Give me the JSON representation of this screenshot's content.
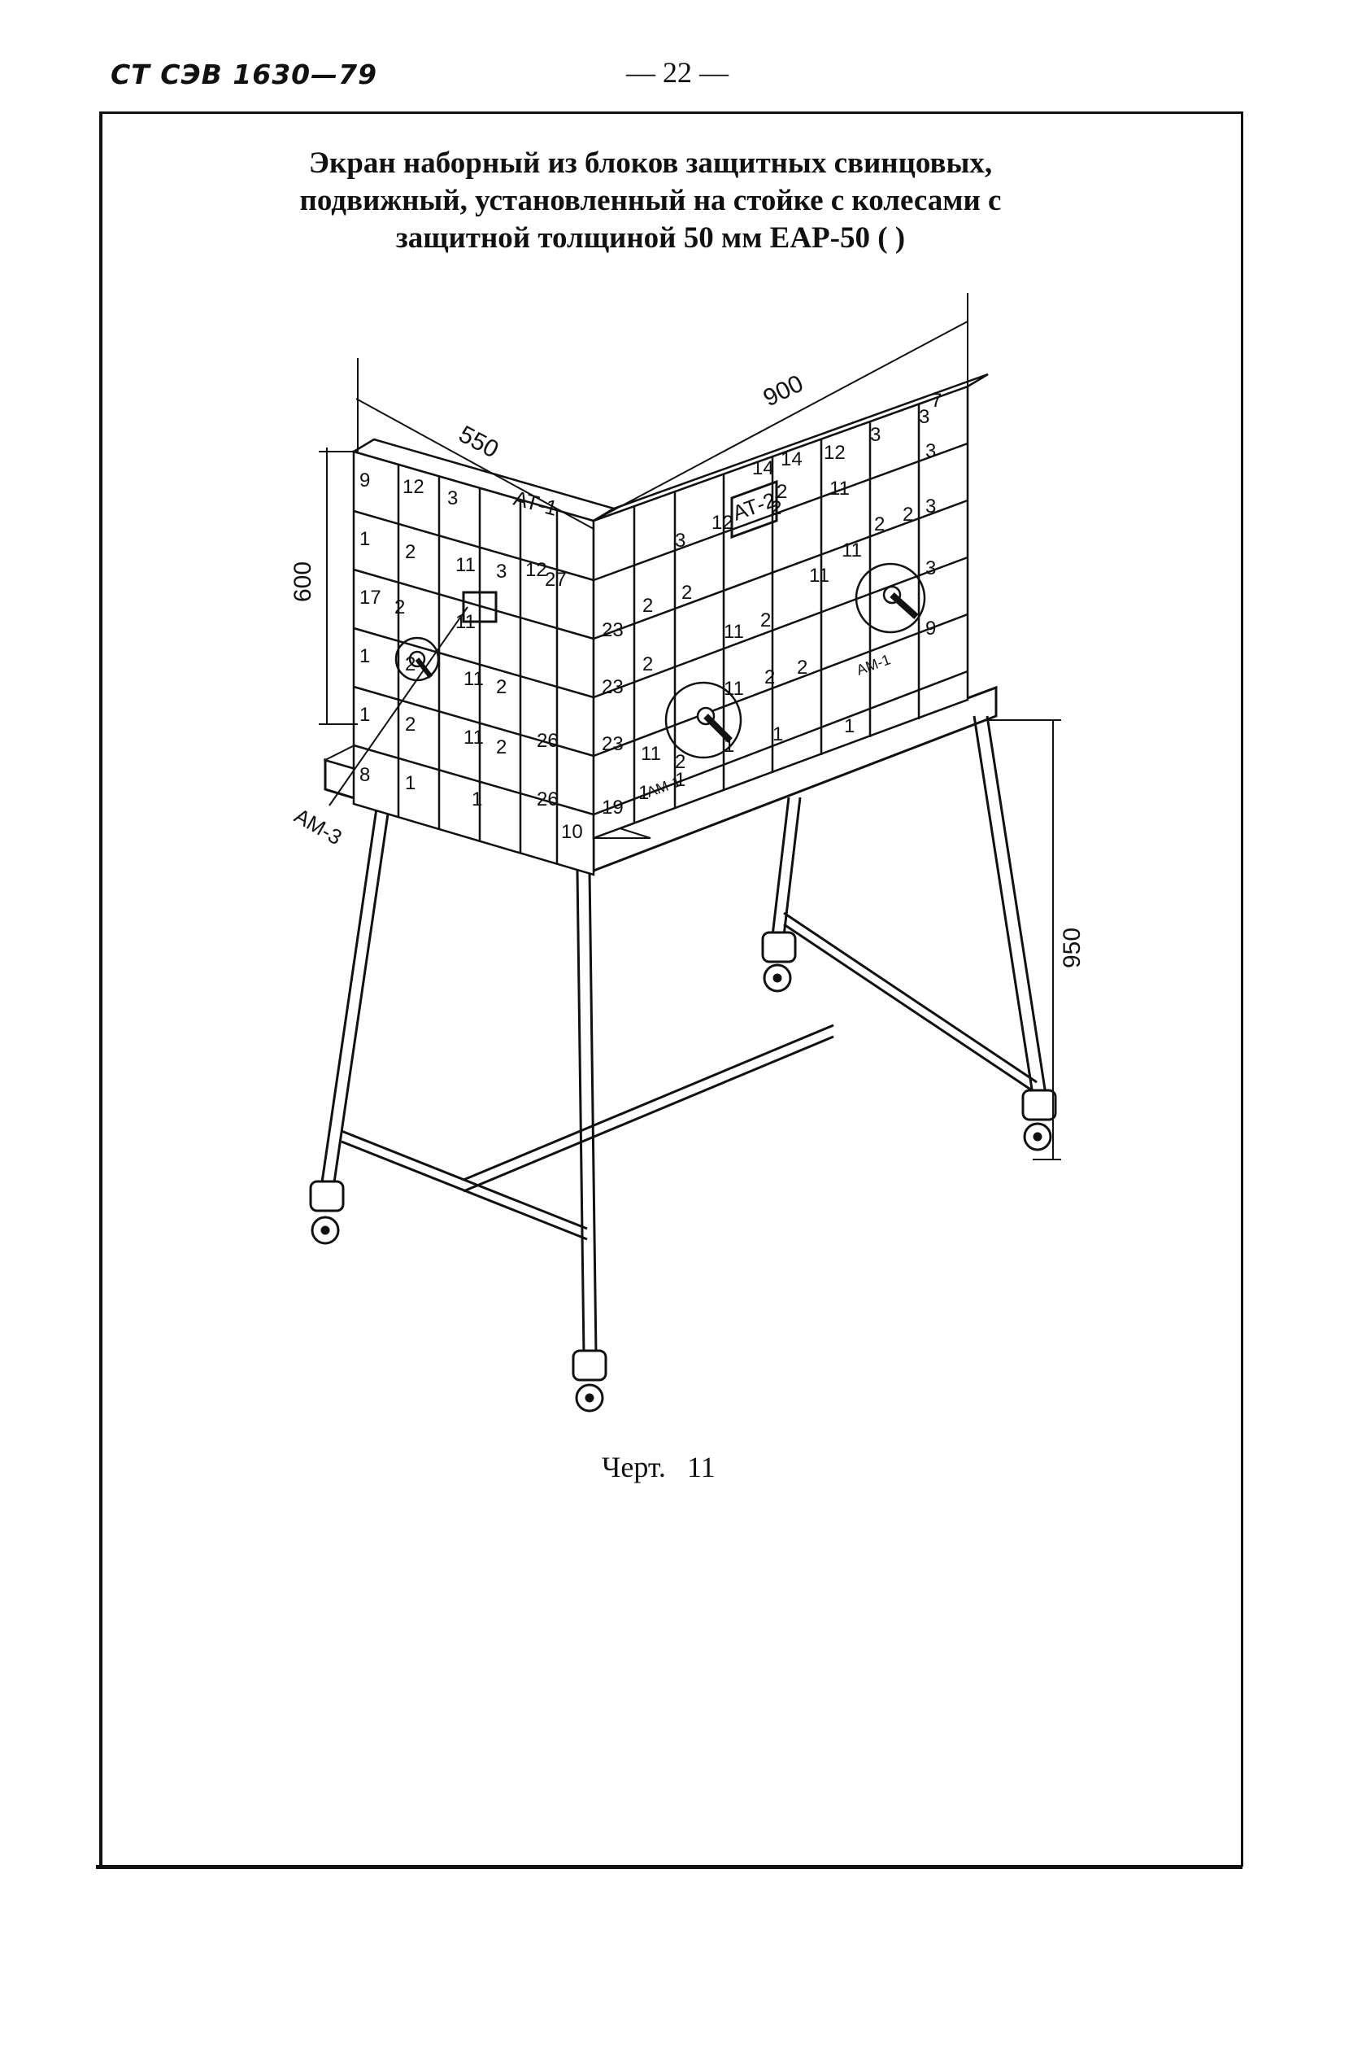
{
  "header": {
    "standard": "СТ СЭВ 1630—79",
    "page": "— 22 —"
  },
  "title": {
    "line1": "Экран наборный из блоков защитных свинцовых,",
    "line2": "подвижный, установленный на стойке с колесами с",
    "line3": "защитной толщиной 50 мм ЕАР-50 (   )"
  },
  "drawing": {
    "dim_width_left": "550",
    "dim_width_right": "900",
    "dim_height_screen": "600",
    "dim_height_stand": "950",
    "labels": {
      "at1": "АТ-1",
      "at2": "АТ-2",
      "am1a": "АМ-1",
      "am1b": "АМ-1",
      "am3": "АМ-3"
    },
    "left_wall_numbers": [
      "9",
      "12",
      "3",
      "1",
      "2",
      "11",
      "3",
      "12",
      "27",
      "17",
      "2",
      "11",
      "1",
      "2",
      "11",
      "2",
      "1",
      "2",
      "11",
      "2",
      "26",
      "8",
      "1",
      "1",
      "26",
      "10"
    ],
    "right_wall_numbers": [
      "14",
      "14",
      "12",
      "3",
      "3",
      "7",
      "3",
      "3",
      "12",
      "2",
      "2",
      "11",
      "3",
      "23",
      "2",
      "2",
      "11",
      "11",
      "2",
      "2",
      "11",
      "2",
      "3",
      "23",
      "2",
      "11",
      "2",
      "2",
      "9",
      "23",
      "11",
      "2",
      "1",
      "1",
      "1",
      "19",
      "1",
      "1"
    ]
  },
  "caption": {
    "label": "Черт.",
    "number": "11"
  }
}
